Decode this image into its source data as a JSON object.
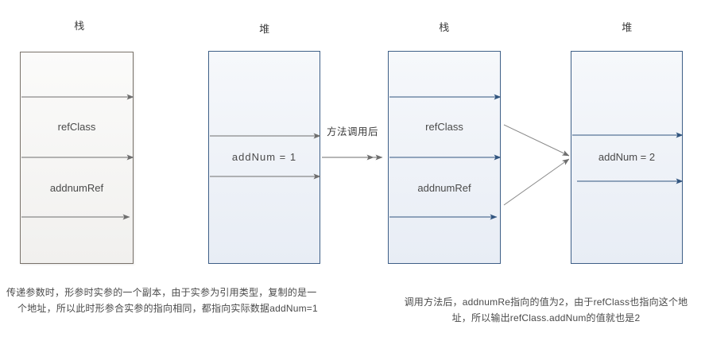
{
  "diagram": {
    "title_before": "栈",
    "panels": [
      {
        "id": "stack-before",
        "region_title": "栈",
        "style": "stack-gray",
        "slots": [
          "refClass",
          "addnumRef"
        ]
      },
      {
        "id": "heap-before",
        "region_title": "堆",
        "style": "blue",
        "slots": [
          "addNum = 1"
        ]
      },
      {
        "id": "stack-after",
        "region_title": "栈",
        "style": "blue",
        "slots": [
          "refClass",
          "addnumRef"
        ]
      },
      {
        "id": "heap-after",
        "region_title": "堆",
        "style": "blue",
        "slots": [
          "addNum = 2"
        ]
      }
    ],
    "transition_label": "方法调用后",
    "captions": {
      "left": [
        "传递参数时，形参时实参的一个副本，由于实参为引用类型，复制的是一",
        "个地址，所以此时形参合实参的指向相同，都指向实际数据addNum=1"
      ],
      "right": [
        "调用方法后，addnumRe指向的值为2，由于refClass也指向这个地",
        "址，所以输出refClass.addNum的值就也是2"
      ]
    },
    "colors": {
      "gray_stroke": "#7a736b",
      "blue_stroke": "#3e5f87",
      "arrow_gray": "#6e6e6e",
      "arrow_blue": "#31557f",
      "text": "#4a4a4a"
    }
  }
}
